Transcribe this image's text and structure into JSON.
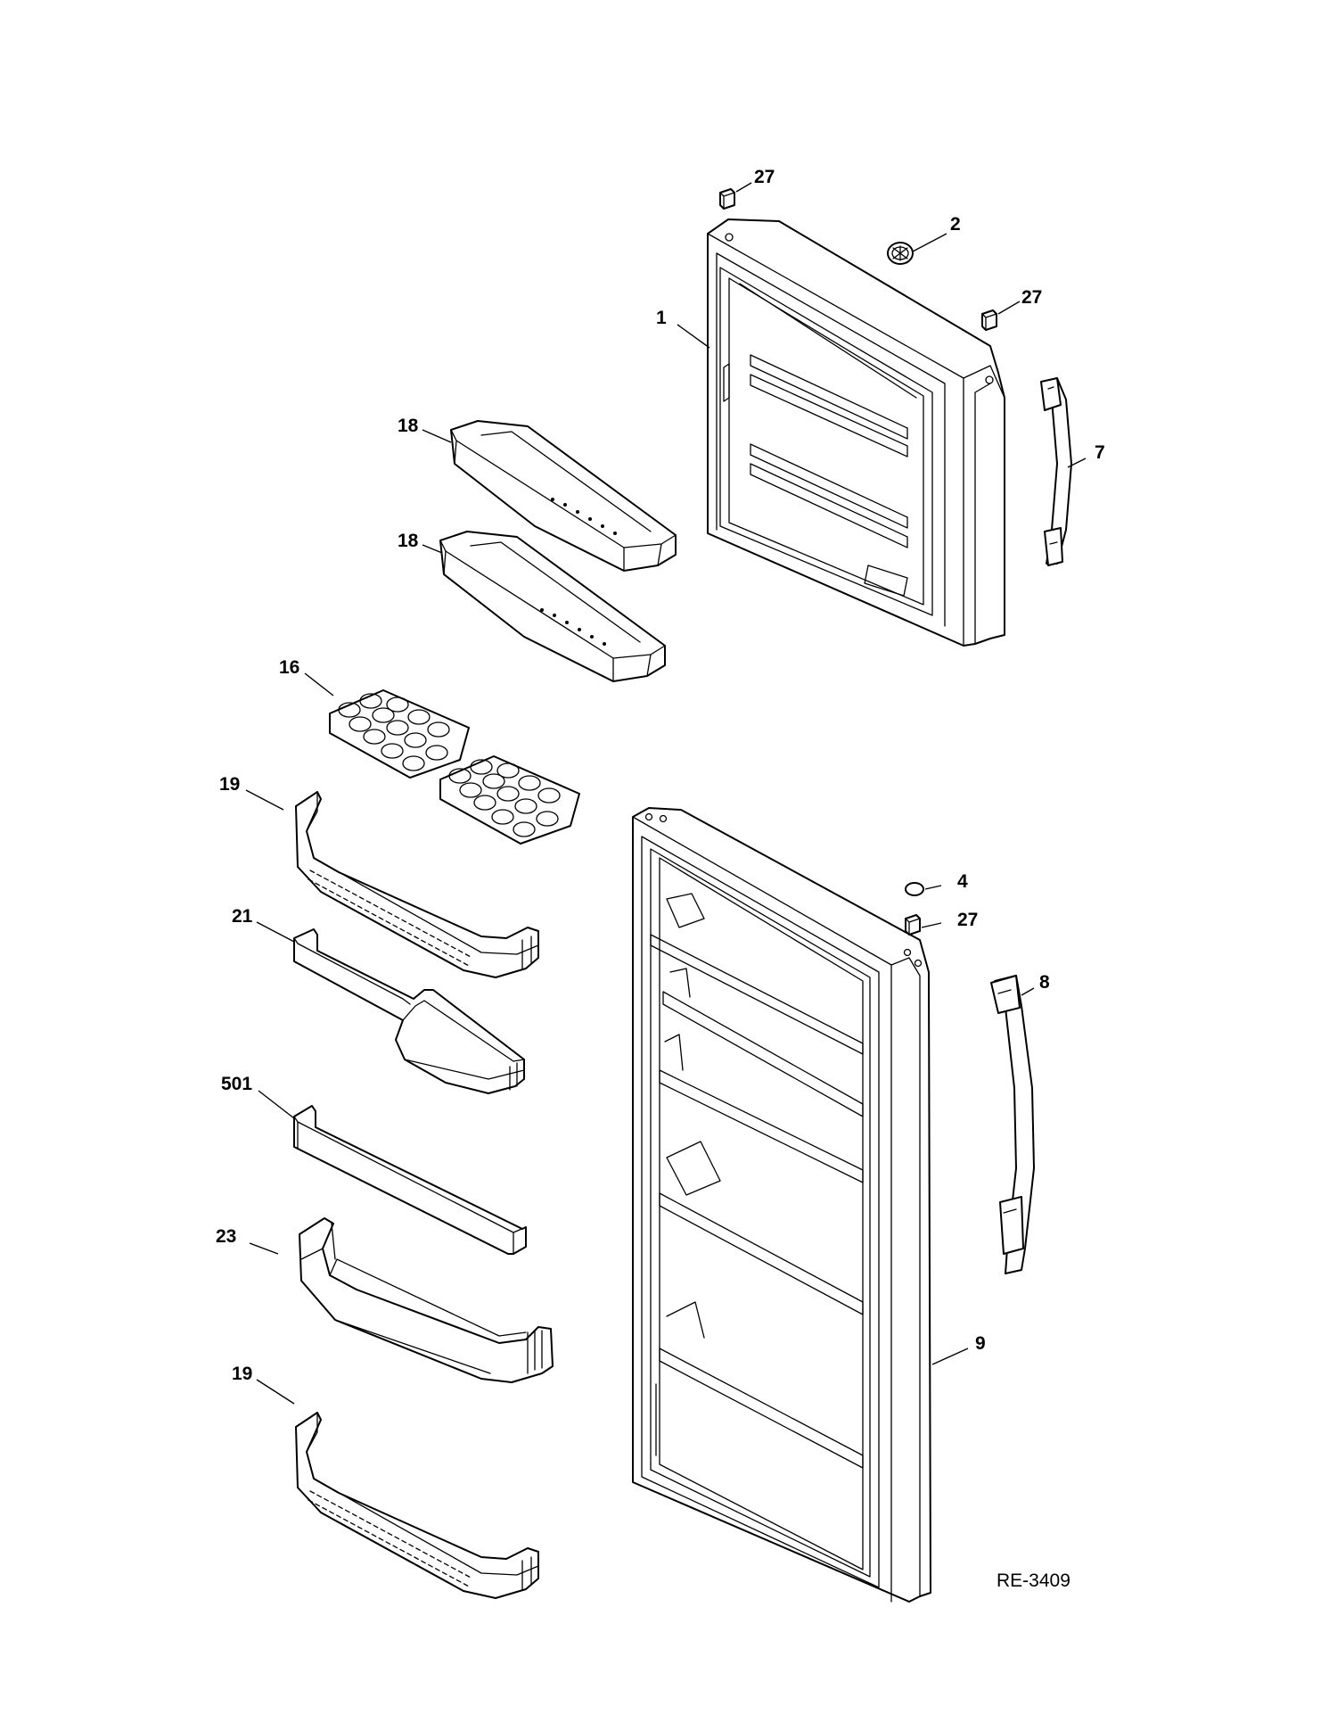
{
  "diagram": {
    "reference_code": "RE-3409",
    "callouts": {
      "freezer_door": "1",
      "badge": "2",
      "plug_fresh_food": "4",
      "freezer_handle": "7",
      "fresh_food_handle": "8",
      "fresh_food_door": "9",
      "egg_tray": "16",
      "freezer_shelf_upper": "18",
      "freezer_shelf_lower": "18",
      "door_bin_upper": "19",
      "door_bin_lower": "19",
      "dairy_bin": "21",
      "gallon_bin": "23",
      "hinge_plug_top": "27",
      "hinge_plug_freezer_right": "27",
      "hinge_plug_fresh_food": "27",
      "bar_retainer": "501"
    }
  }
}
